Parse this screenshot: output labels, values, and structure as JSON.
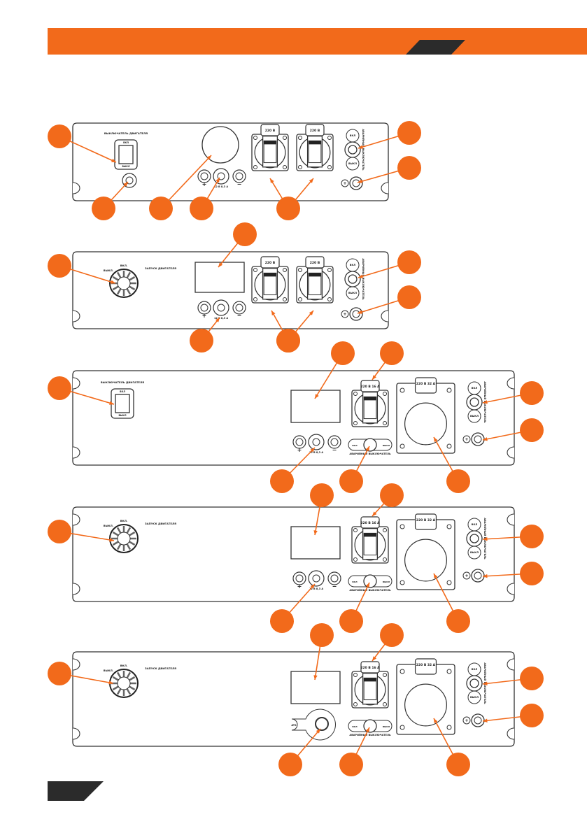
{
  "colors": {
    "accent": "#f26a1b",
    "dark": "#2b2b2b",
    "line": "#333333"
  },
  "labels": {
    "engine_switch": "ВЫКЛЮЧАТЕЛЬ ДВИГАТЕЛЯ",
    "on": "ВКЛ",
    "off": "ВЫКЛ",
    "on_dot": "ВКЛ.",
    "off_dot": "ВЫКЛ.",
    "engine_start": "ЗАПУСК ДВИГАТЕЛЯ",
    "socket_220": "220 В",
    "socket_220_16": "220 В 16 А",
    "socket_220_32": "220 В 32 А",
    "dc_12": "12 В 8,3 А",
    "plus": "+",
    "minus": "−",
    "emergency_switch": "АВАРИЙНЫЙ ВЫКЛЮЧАТЕЛЬ",
    "ats": "ATS"
  },
  "panels": [
    {
      "name": "panel-1",
      "engine_control": "switch",
      "outlets": [
        "220 В",
        "220 В"
      ],
      "display": "round"
    },
    {
      "name": "panel-2",
      "engine_control": "key",
      "outlets": [
        "220 В",
        "220 В"
      ],
      "display": "rect"
    },
    {
      "name": "panel-3",
      "engine_control": "switch",
      "outlets": [
        "220 В 16 А",
        "220 В 32 А"
      ],
      "display": "rect"
    },
    {
      "name": "panel-4",
      "engine_control": "key",
      "outlets": [
        "220 В 16 А",
        "220 В 32 А"
      ],
      "display": "rect"
    },
    {
      "name": "panel-5",
      "engine_control": "key",
      "outlets": [
        "220 В 16 А",
        "220 В 32 А"
      ],
      "display": "rect",
      "ats": true
    }
  ]
}
